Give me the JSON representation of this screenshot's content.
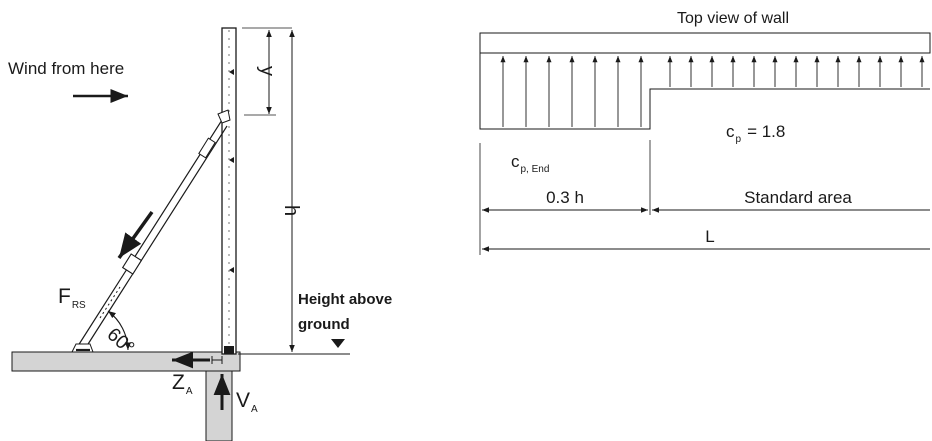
{
  "left_diagram": {
    "wind_label": "Wind from here",
    "y_label": "y",
    "h_label": "h",
    "frs_main": "F",
    "frs_sub": "RS",
    "angle_label": "60°",
    "height_line1": "Height above",
    "height_line2": "ground",
    "za_main": "Z",
    "za_sub": "A",
    "va_main": "V",
    "va_sub": "A"
  },
  "right_diagram": {
    "title": "Top view of wall",
    "cp_end_main": "c",
    "cp_end_sub": "p, End",
    "cp_main": "c",
    "cp_sub": "p",
    "cp_value": "= 1.8",
    "end_zone_label": "0.3 h",
    "standard_label": "Standard area",
    "length_label": "L"
  },
  "colors": {
    "line": "#1a1a1a",
    "concrete_fill": "#d4d4d4"
  }
}
